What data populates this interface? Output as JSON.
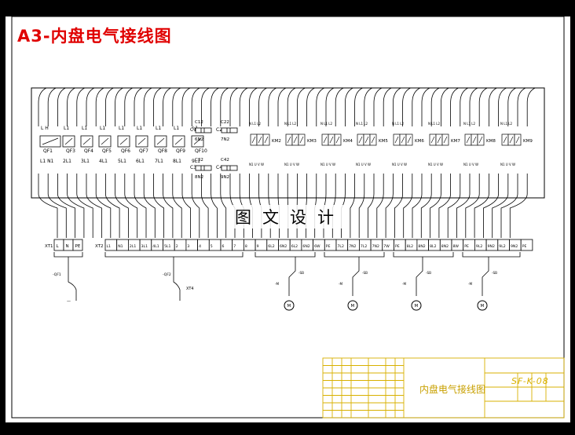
{
  "title": "A3-内盘电气接线图",
  "watermark": "图文设计",
  "title_block": {
    "drawing_name": "内盘电气接线图",
    "drawing_code": "SF-K-08"
  },
  "colors": {
    "background": "#000000",
    "paper": "#ffffff",
    "title": "#e00000",
    "lines": "#000000",
    "title_block": "#d8b000"
  },
  "breakers": {
    "top_pairs": [
      {
        "label": "L H",
        "bottom": "L1 N1"
      },
      {
        "label": "L1",
        "bottom": "2L1"
      },
      {
        "label": "L1",
        "bottom": "3L1"
      },
      {
        "label": "L1",
        "bottom": "4L1"
      },
      {
        "label": "L1",
        "bottom": "5L1"
      },
      {
        "label": "L1",
        "bottom": "6L1"
      },
      {
        "label": "L1",
        "bottom": "7L1"
      },
      {
        "label": "L1",
        "bottom": "8L1"
      },
      {
        "label": "L1",
        "bottom": "9L1"
      }
    ],
    "names": [
      "QF1",
      "QF3",
      "QF4",
      "QF5",
      "QF6",
      "QF7",
      "QF8",
      "QF9",
      "QF10"
    ]
  },
  "capacitors": [
    {
      "name": "C1",
      "top": "C12",
      "bottom": "6N2"
    },
    {
      "name": "C2",
      "top": "C22",
      "bottom": "7N2"
    },
    {
      "name": "C3",
      "top": "C32",
      "bottom": "8N2"
    },
    {
      "name": "C4",
      "top": "C42",
      "bottom": "9N2"
    }
  ],
  "contactors": [
    "KM2",
    "KM3",
    "KM4",
    "KM5",
    "KM6",
    "KM7",
    "KM8",
    "KM9"
  ],
  "terminal_strips": {
    "xt1": {
      "name": "XT1",
      "cells": [
        "L",
        "N",
        "PE"
      ]
    },
    "xt2": {
      "name": "XT2",
      "cells": [
        "L1",
        "N1",
        "2L1",
        "3L1",
        "4L1",
        "5L1",
        "2",
        "3",
        "4",
        "5",
        "6",
        "7",
        "8",
        "9",
        "6L2",
        "6N2",
        "6L2",
        "6N2",
        "6W",
        "PE",
        "7L2",
        "7N2",
        "7L2",
        "7N2",
        "7W",
        "PE",
        "8L2",
        "8N2",
        "8L2",
        "8N2",
        "8W",
        "PE",
        "9L2",
        "9N2",
        "9L2",
        "9N2",
        "PE"
      ]
    }
  },
  "motors": [
    "M",
    "M",
    "M",
    "M"
  ]
}
